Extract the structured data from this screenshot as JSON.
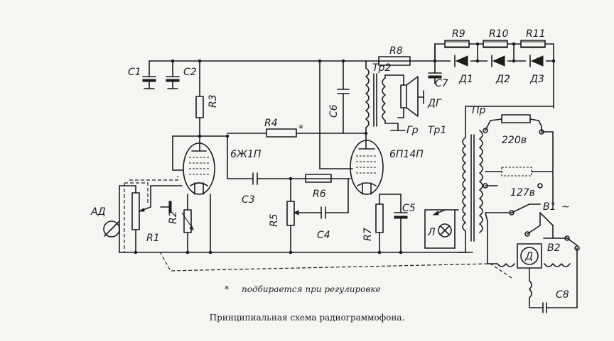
{
  "labels": {
    "c1": "C1",
    "c2": "C2",
    "c3": "C3",
    "c4": "C4",
    "c5": "C5",
    "c6": "C6",
    "c7": "C7",
    "c8": "C8",
    "r1": "R1",
    "r2": "R2",
    "r3": "R3",
    "r4": "R4",
    "r5": "R5",
    "r6": "R6",
    "r7": "R7",
    "r8": "R8",
    "r9": "R9",
    "r10": "R10",
    "r11": "R11",
    "d1": "Д1",
    "d2": "Д2",
    "d3": "Д3",
    "tr1": "Тр1",
    "tr2": "Тр2",
    "dg": "ДГ",
    "gr": "Гр",
    "pr": "Пр",
    "ad": "АД",
    "lamp": "Л",
    "motor": "Д",
    "v1": "В1",
    "v2": "В2",
    "v220": "220в",
    "v127": "127в",
    "ac": "~",
    "star": "*"
  },
  "tubes": {
    "left": "6Ж1П",
    "right": "6П14П"
  },
  "footnote": {
    "star": "*",
    "text": "подбирается при регулировке"
  },
  "caption": "Принципиальная схема радиограммофона."
}
